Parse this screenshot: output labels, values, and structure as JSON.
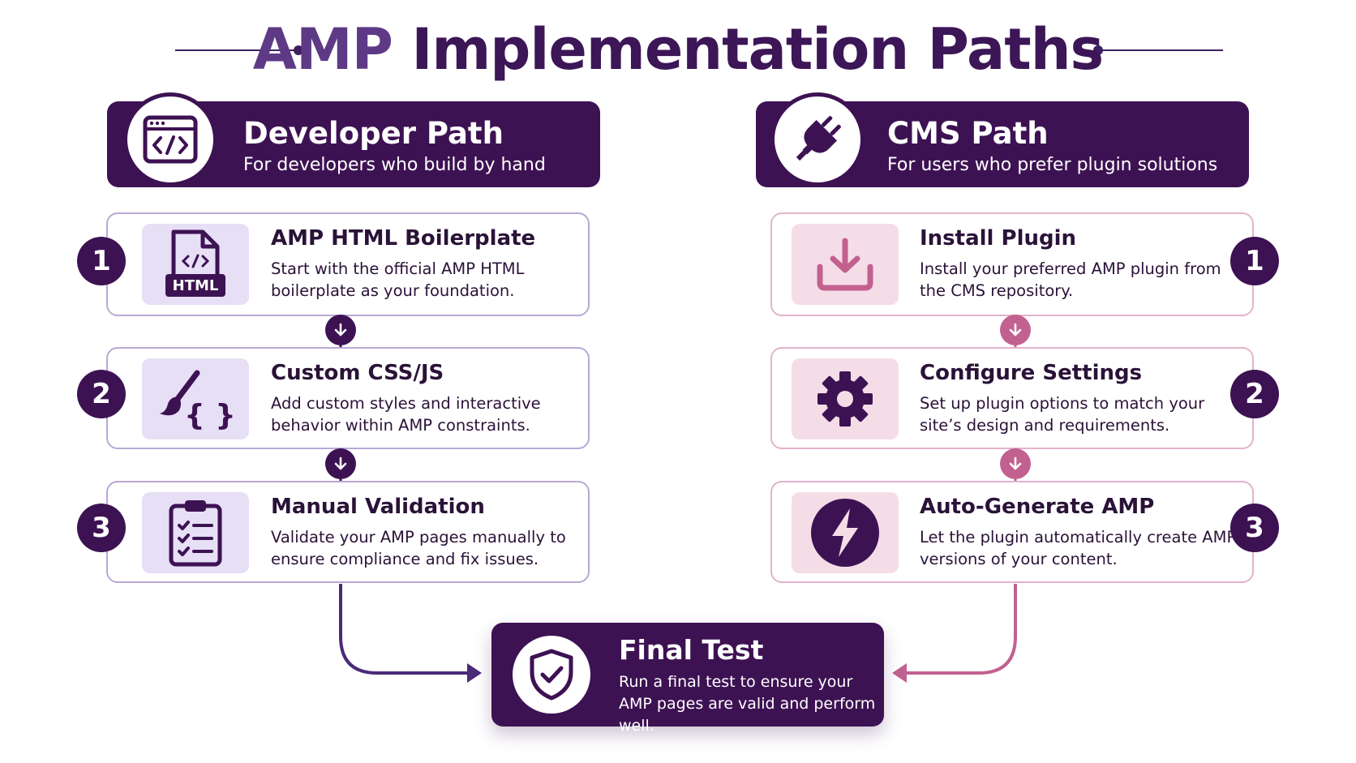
{
  "title": {
    "highlight": "AMP",
    "rest": "Implementation Paths"
  },
  "developer": {
    "title": "Developer Path",
    "subtitle": "For developers who build by hand",
    "header_icon": "code-window-icon",
    "steps": [
      {
        "number": "1",
        "title": "AMP HTML Boilerplate",
        "description": "Start with the official AMP HTML boilerplate as your foundation.",
        "icon": "html-file-icon",
        "icon_label": "HTML"
      },
      {
        "number": "2",
        "title": "Custom CSS/JS",
        "description": "Add custom styles and interactive behavior within AMP constraints.",
        "icon": "paintbrush-code-icon",
        "icon_label": "{ }"
      },
      {
        "number": "3",
        "title": "Manual Validation",
        "description": "Validate your AMP pages manually to ensure compliance and fix issues.",
        "icon": "clipboard-checklist-icon"
      }
    ]
  },
  "cms": {
    "title": "CMS Path",
    "subtitle": "For users who prefer plugin solutions",
    "header_icon": "plug-icon",
    "steps": [
      {
        "number": "1",
        "title": "Install Plugin",
        "description": "Install your preferred AMP plugin from the CMS repository.",
        "icon": "download-icon"
      },
      {
        "number": "2",
        "title": "Configure Settings",
        "description": "Set up plugin options to match your site’s design and requirements.",
        "icon": "gear-icon"
      },
      {
        "number": "3",
        "title": "Auto-Generate AMP",
        "description": "Let the plugin automatically create AMP versions of your content.",
        "icon": "lightning-icon"
      }
    ]
  },
  "final": {
    "title": "Final Test",
    "description": "Run a final test to ensure your AMP pages are valid and perform well.",
    "icon": "shield-check-icon"
  },
  "colors": {
    "primary": "#3d1253",
    "developer_accent": "#e6dff5",
    "cms_accent": "#c2618f",
    "cms_light": "#f5dde8"
  }
}
